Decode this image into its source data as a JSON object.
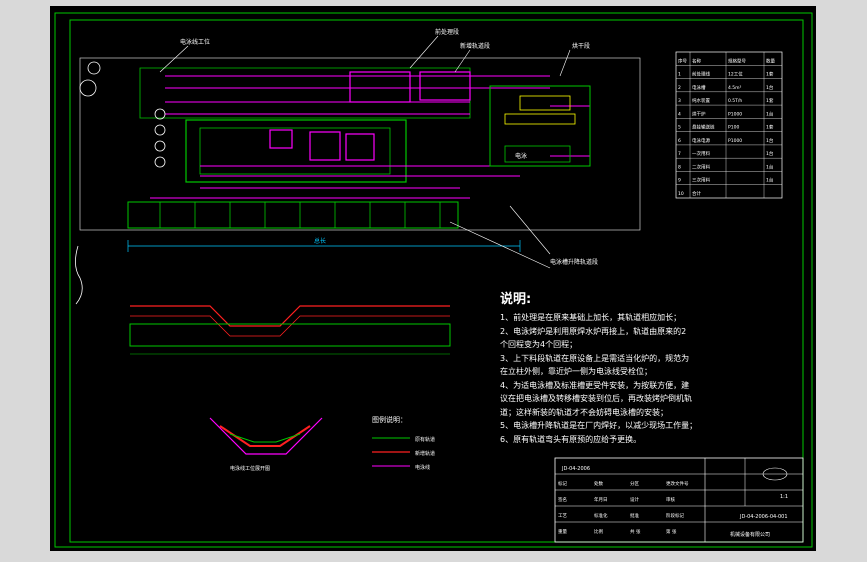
{
  "notes": {
    "title": "说明:",
    "items": [
      "1、前处理是在原来基础上加长，其轨道相应加长；",
      "2、电泳烤炉是利用原焊水炉再接上，轨道由原来的2\n个回程变为4个回程；",
      "3、上下料段轨道在原设备上是需适当化炉的，规范为\n在立柱外侧，靠近炉一侧为电泳线受栓位；",
      "4、为适电泳槽及标准槽更受件安装，为按联方便，建\n议在把电泳槽及转移槽安装到位后，再改装烤炉倒机轨\n道；这样新装的轨道才不会妨碍电泳槽的安装；",
      "5、电泳槽升降轨道是在厂内焊好，以减少现场工作量；",
      "6、原有轨道弯头有原预的应给予更换。"
    ]
  },
  "legend": {
    "title": "图例说明：",
    "items": [
      "原有轨道",
      "新增轨道",
      "电泳线"
    ]
  },
  "drawing": {
    "callouts": [
      "电泳线工位",
      "前处理段",
      "新增轨道段",
      "电泳槽升降轨道段",
      "烘干段"
    ],
    "section_label": "电泳线工位展开图",
    "room_label": "电泳",
    "dimension_label": "总长",
    "title_cell": "JD-04-2006",
    "drawing_number": "JD-04-2006-04-001",
    "company": "机械设备有限公司"
  },
  "param_table": {
    "rows": [
      [
        "序号",
        "名称",
        "规格型号",
        "数量"
      ],
      [
        "1",
        "前处理线",
        "12工位",
        "1套"
      ],
      [
        "2",
        "电泳槽",
        "4.5m³",
        "1台"
      ],
      [
        "3",
        "纯水装置",
        "0.5T/h",
        "1套"
      ],
      [
        "4",
        "烘干炉",
        "P1000",
        "1台"
      ],
      [
        "5",
        "悬挂输送链",
        "P100",
        "1套"
      ],
      [
        "6",
        "电泳电源",
        "P1000",
        "1台"
      ],
      [
        "7",
        "一次用料",
        "",
        "1台"
      ],
      [
        "8",
        "二次用料",
        "",
        "1台"
      ],
      [
        "9",
        "三次用料",
        "",
        "1台"
      ],
      [
        "10",
        "合计",
        "",
        ""
      ]
    ]
  },
  "title_block": {
    "cells": [
      "标记",
      "处数",
      "分区",
      "更改文件号",
      "签名",
      "年月日",
      "设计",
      "审核",
      "工艺",
      "标准化",
      "批准",
      "阶段标记",
      "重量",
      "比例",
      "共 张",
      "第 张"
    ],
    "scale": "1:1"
  },
  "colors": {
    "border": "#00c800",
    "rail": "#ff00ff",
    "text": "#ffffff",
    "dim": "#00c8ff",
    "red": "#ff2020",
    "yellow": "#ffff00"
  }
}
